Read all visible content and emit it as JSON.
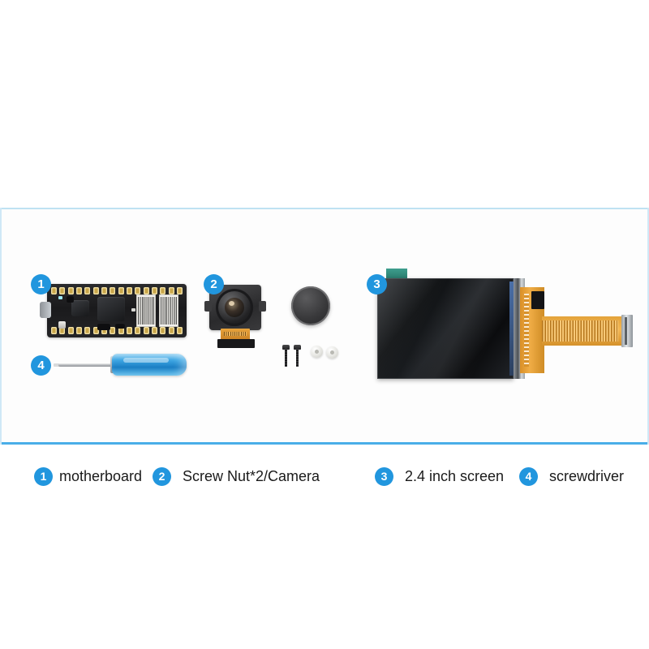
{
  "page": {
    "background_color": "#ffffff",
    "accent_color": "#2196de",
    "panel_border_top_color": "#bfe2f2",
    "panel_border_bottom_color": "#4aaee8"
  },
  "photo_panel": {
    "name": "product-parts-photo",
    "background_color": "#fdfdfd",
    "items": [
      {
        "number": "1",
        "name": "motherboard",
        "description": "black development board with gold pin header pads, USB-C connector and white FPC connectors"
      },
      {
        "number": "2",
        "name": "camera-module",
        "description": "black camera module with lens, orange FPC ribbon tail, plus lens cap disc, two black screws and two white nuts"
      },
      {
        "number": "3",
        "name": "lcd-screen",
        "description": "2.4 inch dark glossy LCD panel with green tab and gold FPC ribbon cable"
      },
      {
        "number": "4",
        "name": "screwdriver",
        "description": "small screwdriver with translucent blue handle and silver shaft"
      }
    ]
  },
  "captions": [
    {
      "number": "1",
      "label": "motherboard"
    },
    {
      "number": "2",
      "label": "Screw Nut*2/Camera"
    },
    {
      "number": "3",
      "label": "2.4 inch screen"
    },
    {
      "number": "4",
      "label": "screwdriver"
    }
  ]
}
